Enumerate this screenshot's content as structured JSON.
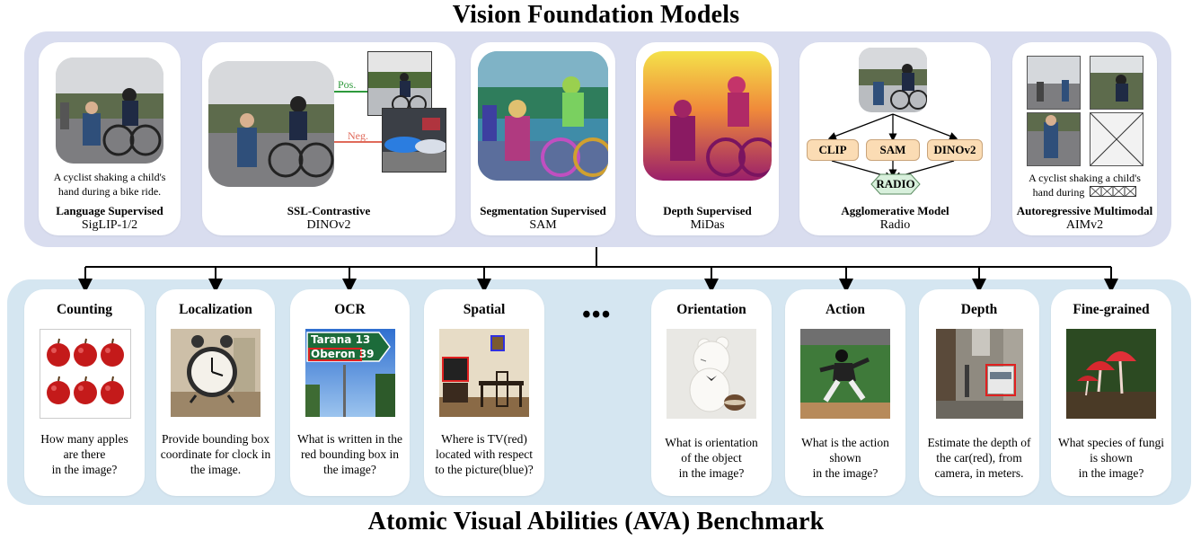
{
  "titles": {
    "top": "Vision Foundation Models",
    "bottom": "Atomic Visual Abilities (AVA) Benchmark"
  },
  "models": [
    {
      "name": "Language Supervised",
      "sub": "SigLIP-1/2",
      "caption": "A cyclist shaking a child's\nhand during a bike ride."
    },
    {
      "name": "SSL-Contrastive",
      "sub": "DINOv2",
      "pos": "Pos.",
      "neg": "Neg."
    },
    {
      "name": "Segmentation Supervised",
      "sub": "SAM"
    },
    {
      "name": "Depth Supervised",
      "sub": "MiDas"
    },
    {
      "name": "Agglomerative Model",
      "sub": "Radio",
      "teachers": [
        "CLIP",
        "SAM",
        "DINOv2"
      ],
      "student": "RADIO"
    },
    {
      "name": "Autoregressive Multimodal",
      "sub": "AIMv2",
      "caption_line1": "A cyclist shaking a child's",
      "caption_line2": "hand during"
    }
  ],
  "ellipsis": "•••",
  "tasks": [
    {
      "name": "Counting",
      "question": "How many apples\nare there\nin the image?"
    },
    {
      "name": "Localization",
      "question": "Provide bounding box\ncoordinate for clock in\nthe image."
    },
    {
      "name": "OCR",
      "question": "What is written in the\nred bounding box in\nthe image?",
      "sign_line1": "Tarana 13",
      "sign_line2": "Oberon 39"
    },
    {
      "name": "Spatial",
      "question": "Where is TV(red)\nlocated with respect\nto the picture(blue)?"
    },
    {
      "name": "Orientation",
      "question": "What is orientation\nof the object\nin the image?"
    },
    {
      "name": "Action",
      "question": "What is the action\nshown\nin the image?"
    },
    {
      "name": "Depth",
      "question": "Estimate the depth of\nthe car(red), from\ncamera, in meters."
    },
    {
      "name": "Fine-grained",
      "question": "What species of fungi\nis shown\nin the image?"
    }
  ],
  "colors": {
    "vfm_panel": "#d9ddef",
    "ava_panel": "#d5e6f1",
    "pos_line": "#2e9a3c",
    "neg_line": "#e06a5a",
    "pill_fill": "#fbdcb4",
    "radio_fill": "#d8f0dc",
    "red_box": "#e02020",
    "blue_box": "#3030e0"
  }
}
